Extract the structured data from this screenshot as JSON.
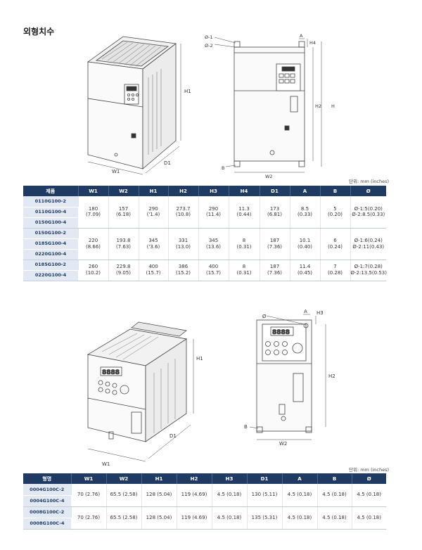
{
  "title": "외형치수",
  "unit_label": "단위: mm (inches)",
  "dim_labels": {
    "top_iso": {
      "w1": "W1",
      "d1": "D1",
      "h1": "H1"
    },
    "top_front": {
      "phi1": "Ø-1",
      "phi2": "Ø-2",
      "a": "A",
      "h4": "H4",
      "h2": "H2",
      "h": "H",
      "b": "B",
      "w2": "W2"
    },
    "bottom_iso": {
      "w1": "W1",
      "d1": "D1",
      "h1": "H1"
    },
    "bottom_front": {
      "phi": "Ø",
      "a": "A",
      "h3": "H3",
      "h2": "H2",
      "b": "B",
      "w2": "W2"
    }
  },
  "table1": {
    "headers": [
      "제품",
      "W1",
      "W2",
      "H1",
      "H2",
      "H3",
      "H4",
      "D1",
      "A",
      "B",
      "Ø"
    ],
    "groups": [
      {
        "models": [
          "0110G100-2",
          "0110G100-4",
          "0150G100-4"
        ],
        "values": [
          "180\n(7.09)",
          "157\n(6.18)",
          "290\n('1.4)",
          "273.7\n(10.8)",
          "290\n(11.4)",
          "11.3\n(0.44)",
          "173\n(6.81)",
          "8.5\n(0.33)",
          "5\n(0.20)",
          "Ø-1:5(0.20)\nØ-2:8.5(0.33)"
        ]
      },
      {
        "models": [
          "0150G100-2",
          "0185G100-4",
          "0220G100-4"
        ],
        "values": [
          "220\n(8.66)",
          "193.8\n(7.63)",
          "345\n('3.6)",
          "331\n(13.0)",
          "345\n(13.6)",
          "8\n(0.31)",
          "187\n(7.36)",
          "10.1\n(0.40)",
          "6\n(0.24)",
          "Ø-1:6(0.24)\nØ-2:11(0.43)"
        ]
      },
      {
        "models": [
          "0185G100-2",
          "0220G100-4"
        ],
        "values": [
          "260\n(10.2)",
          "229.8\n(9.05)",
          "400\n(15.7)",
          "386\n(15.2)",
          "400\n(15.7)",
          "8\n(0.31)",
          "187\n(7.36)",
          "11.4\n(0.45)",
          "7\n(0.28)",
          "Ø-1:7(0.28)\nØ-2:13.5(0.53)"
        ]
      }
    ]
  },
  "table2": {
    "headers": [
      "형명",
      "W1",
      "W2",
      "H1",
      "H2",
      "H3",
      "D1",
      "A",
      "B",
      "Ø"
    ],
    "groups": [
      {
        "models": [
          "0004G100C-2",
          "0004G100C-4"
        ],
        "values": [
          "70 (2.76)",
          "65.5 (2.58)",
          "128 (5.04)",
          "119 (4.69)",
          "4.5 (0.18)",
          "130 (5.11)",
          "4.5 (0.18)",
          "4.5 (0.18)",
          "4.5 (0.18)"
        ]
      },
      {
        "models": [
          "0008G100C-2",
          "0008G100C-4"
        ],
        "values": [
          "70 (2.76)",
          "65.5 (2.58)",
          "128 (5.04)",
          "119 (4.69)",
          "4.5 (0.18)",
          "135 (5.31)",
          "4.5 (0.18)",
          "4.5 (0.18)",
          "4.5 (0.18)"
        ]
      }
    ]
  }
}
